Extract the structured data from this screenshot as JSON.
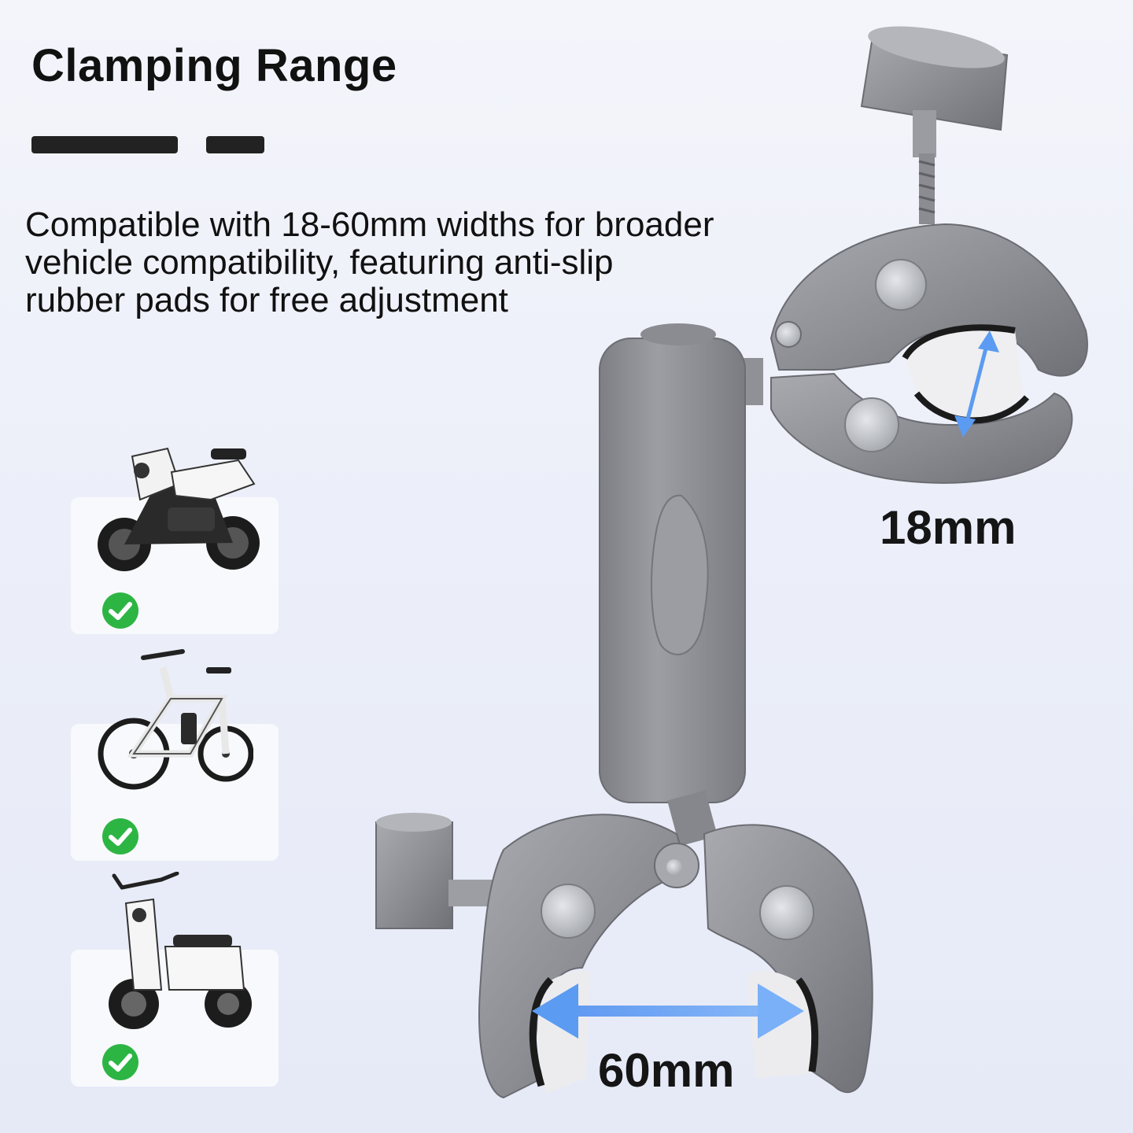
{
  "header": {
    "title": "Clamping Range"
  },
  "description": {
    "lines": [
      "Compatible with 18-60mm widths for broader",
      "vehicle compatibility, featuring anti-slip",
      "rubber pads for free adjustment"
    ]
  },
  "vehicles": [
    {
      "type": "motorcycle",
      "icon": "motorcycle-icon",
      "compatible": true
    },
    {
      "type": "bicycle",
      "icon": "bicycle-icon",
      "compatible": true
    },
    {
      "type": "scooter",
      "icon": "scooter-icon",
      "compatible": true
    }
  ],
  "measurements": {
    "small": "18mm",
    "large": "60mm"
  },
  "colors": {
    "check": "#2db544",
    "arrow": "#5b9bf2",
    "metal": "#8e9096",
    "text": "#111111"
  }
}
